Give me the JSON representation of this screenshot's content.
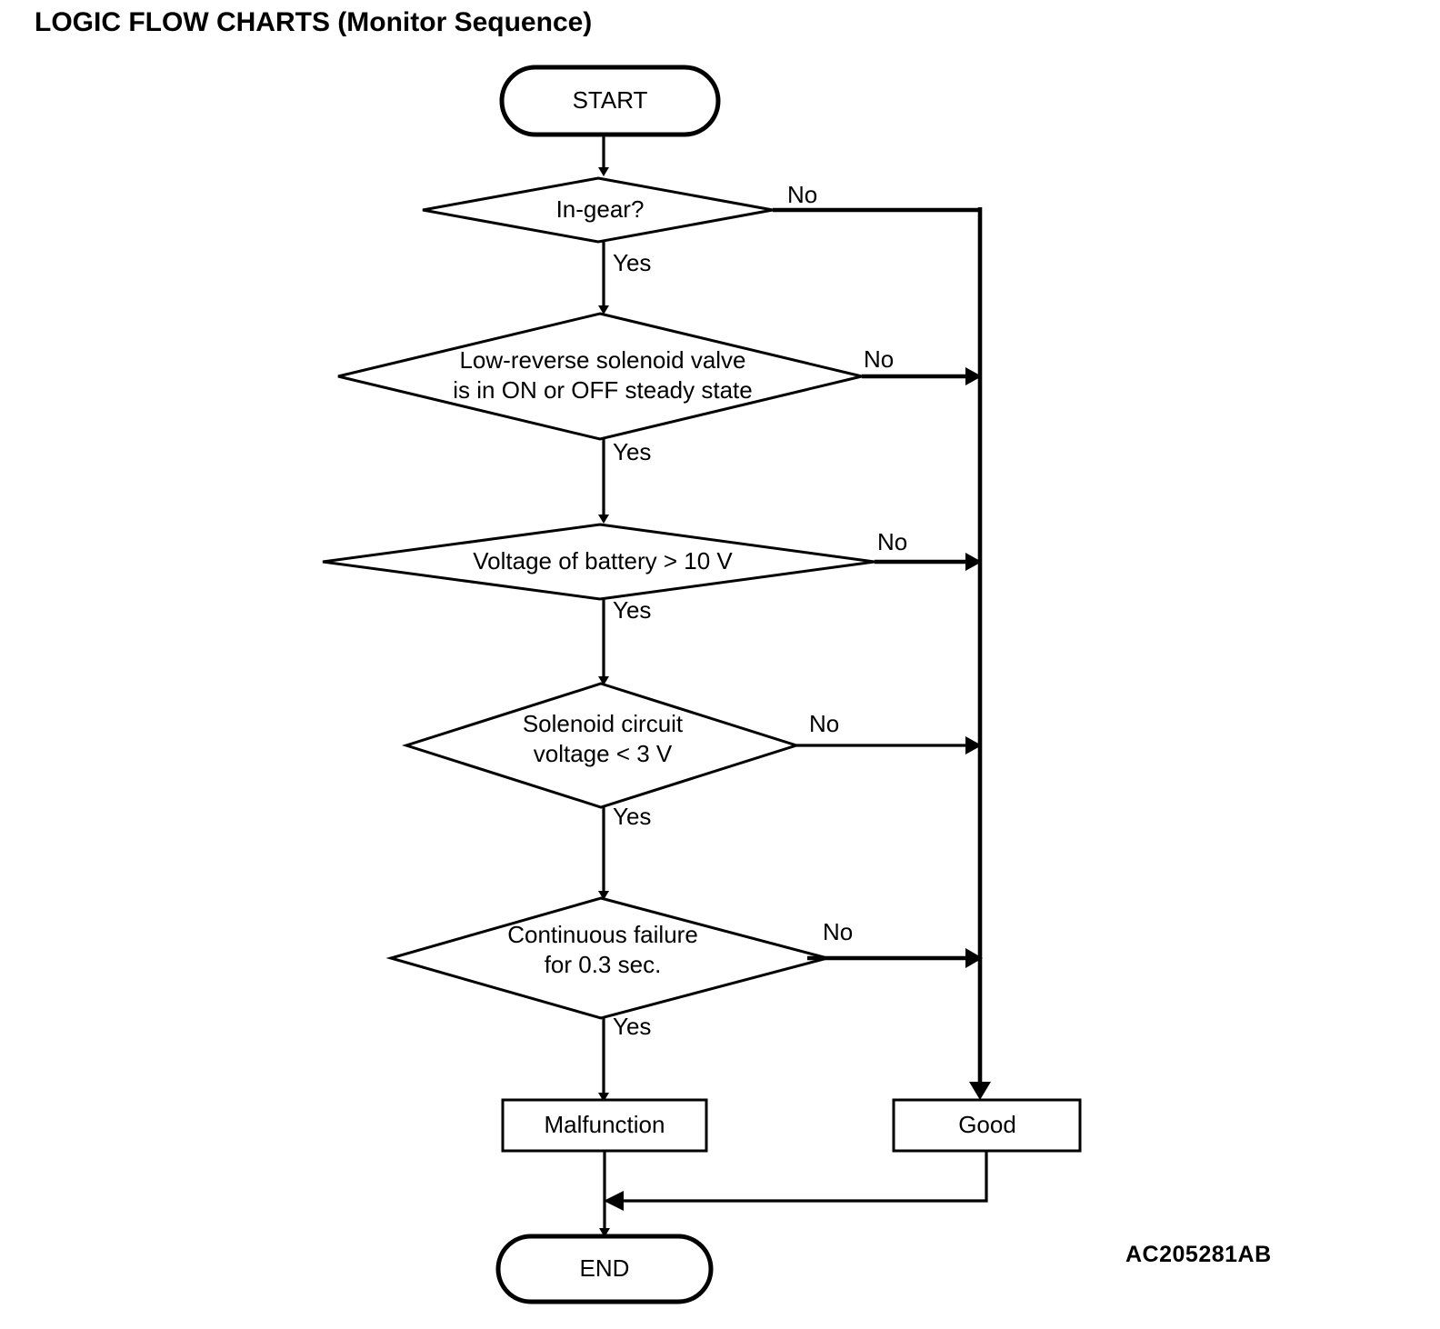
{
  "page": {
    "title": "LOGIC FLOW CHARTS (Monitor Sequence)",
    "reference_code": "AC205281AB",
    "background_color": "#ffffff",
    "line_color": "#000000"
  },
  "chart_data": {
    "type": "diagram",
    "diagram_kind": "flowchart",
    "title": "LOGIC FLOW CHARTS (Monitor Sequence)",
    "orientation": "top-to-bottom",
    "nodes": [
      {
        "id": "start",
        "shape": "terminal",
        "label": "START"
      },
      {
        "id": "d1",
        "shape": "decision",
        "label": "In-gear?"
      },
      {
        "id": "d2",
        "shape": "decision",
        "label": "Low-reverse solenoid valve is in ON or OFF steady state",
        "line1": "Low-reverse solenoid valve",
        "line2": "is in ON or OFF steady state"
      },
      {
        "id": "d3",
        "shape": "decision",
        "label": "Voltage of battery > 10 V",
        "line1": "Voltage of battery > 10 V",
        "line2": ""
      },
      {
        "id": "d4",
        "shape": "decision",
        "label": "Solenoid circuit voltage < 3 V",
        "line1": "Solenoid circuit",
        "line2": "voltage < 3 V"
      },
      {
        "id": "d5",
        "shape": "decision",
        "label": "Continuous failure for 0.3 sec.",
        "line1": "Continuous failure",
        "line2": "for 0.3 sec."
      },
      {
        "id": "malfunction",
        "shape": "process",
        "label": "Malfunction"
      },
      {
        "id": "good",
        "shape": "process",
        "label": "Good"
      },
      {
        "id": "end",
        "shape": "terminal",
        "label": "END"
      }
    ],
    "edges": [
      {
        "from": "start",
        "to": "d1",
        "label": ""
      },
      {
        "from": "d1",
        "to": "d2",
        "label": "Yes"
      },
      {
        "from": "d1",
        "to": "good",
        "label": "No"
      },
      {
        "from": "d2",
        "to": "d3",
        "label": "Yes"
      },
      {
        "from": "d2",
        "to": "good",
        "label": "No"
      },
      {
        "from": "d3",
        "to": "d4",
        "label": "Yes"
      },
      {
        "from": "d3",
        "to": "good",
        "label": "No"
      },
      {
        "from": "d4",
        "to": "d5",
        "label": "Yes"
      },
      {
        "from": "d4",
        "to": "good",
        "label": "No"
      },
      {
        "from": "d5",
        "to": "malfunction",
        "label": "Yes"
      },
      {
        "from": "d5",
        "to": "good",
        "label": "No"
      },
      {
        "from": "malfunction",
        "to": "end",
        "label": ""
      },
      {
        "from": "good",
        "to": "end",
        "label": ""
      }
    ],
    "branch_labels": {
      "yes": "Yes",
      "no": "No"
    }
  },
  "labels": {
    "start": "START",
    "end": "END",
    "d1": "In-gear?",
    "d2_line1": "Low-reverse solenoid valve",
    "d2_line2": "is in ON or OFF steady state",
    "d3_line1": "Voltage of battery > 10 V",
    "d4_line1": "Solenoid circuit",
    "d4_line2": "voltage < 3 V",
    "d5_line1": "Continuous failure",
    "d5_line2": "for 0.3 sec.",
    "malfunction": "Malfunction",
    "good": "Good",
    "yes1": "Yes",
    "yes2": "Yes",
    "yes3": "Yes",
    "yes4": "Yes",
    "yes5": "Yes",
    "no1": "No",
    "no2": "No",
    "no3": "No",
    "no4": "No",
    "no5": "No"
  }
}
